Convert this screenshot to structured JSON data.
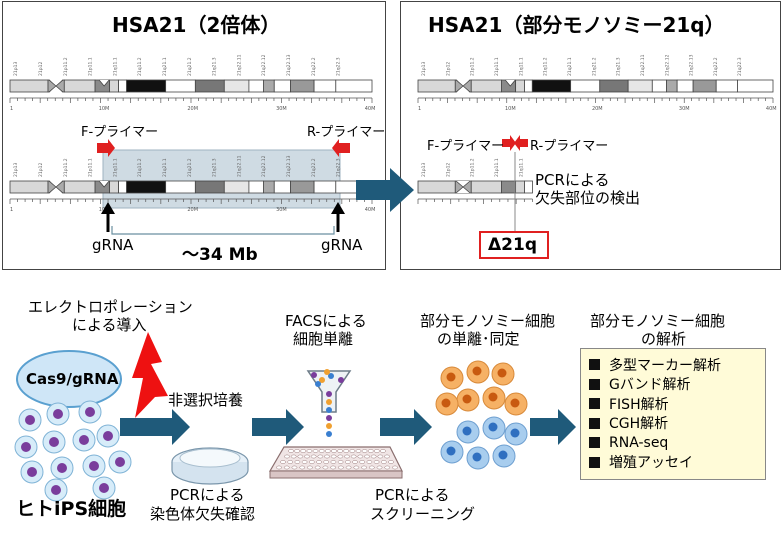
{
  "top_left": {
    "title": "HSA21（2倍体）",
    "f_primer": "F-プライマー",
    "r_primer": "R-プライマー",
    "grna_left": "gRNA",
    "grna_right": "gRNA",
    "size": "～34 Mb"
  },
  "top_right": {
    "title": "HSA21（部分モノソミー21q）",
    "f_primer": "F-プライマー",
    "r_primer": "R-プライマー",
    "pcr_line1": "PCRによる",
    "pcr_line2": "欠失部位の検出",
    "deletion": "Δ21q"
  },
  "bands": [
    "21p13",
    "21p12",
    "21p11.2",
    "21p11.1",
    "21q11.1",
    "21q11.2",
    "21q21.1",
    "21q21.2",
    "21q21.3",
    "21q22.11",
    "21q22.12",
    "21q22.13",
    "21q22.2",
    "21q22.3"
  ],
  "scale": [
    "1",
    "10M",
    "20M",
    "30M",
    "40M"
  ],
  "workflow": {
    "electroporation_line1": "エレクトロポレーション",
    "electroporation_line2": "による導入",
    "cas9": "Cas9/gRNA",
    "ips": "ヒトiPS細胞",
    "nonselective": "非選択培養",
    "pcr_chrom_line1": "PCRによる",
    "pcr_chrom_line2": "染色体欠失確認",
    "facs_line1": "FACSによる",
    "facs_line2": "細胞単離",
    "pcr_screen_line1": "PCRによる",
    "pcr_screen_line2": "スクリーニング",
    "mono_isolate_line1": "部分モノソミー細胞",
    "mono_isolate_line2": "の単離･同定",
    "mono_analysis_line1": "部分モノソミー細胞",
    "mono_analysis_line2": "の解析"
  },
  "analyses": [
    "多型マーカー解析",
    "Gバンド解析",
    "FISH解析",
    "CGH解析",
    "RNA-seq",
    "増殖アッセイ"
  ],
  "colors": {
    "arrow": "#1f5a7a",
    "primer": "#e02020",
    "lightning": "#ee1111",
    "deletion_border": "#e02020",
    "highlight": "#cfdbe3",
    "list_bg": "#fffbd8",
    "cas9_fill": "#cfe6f7"
  }
}
